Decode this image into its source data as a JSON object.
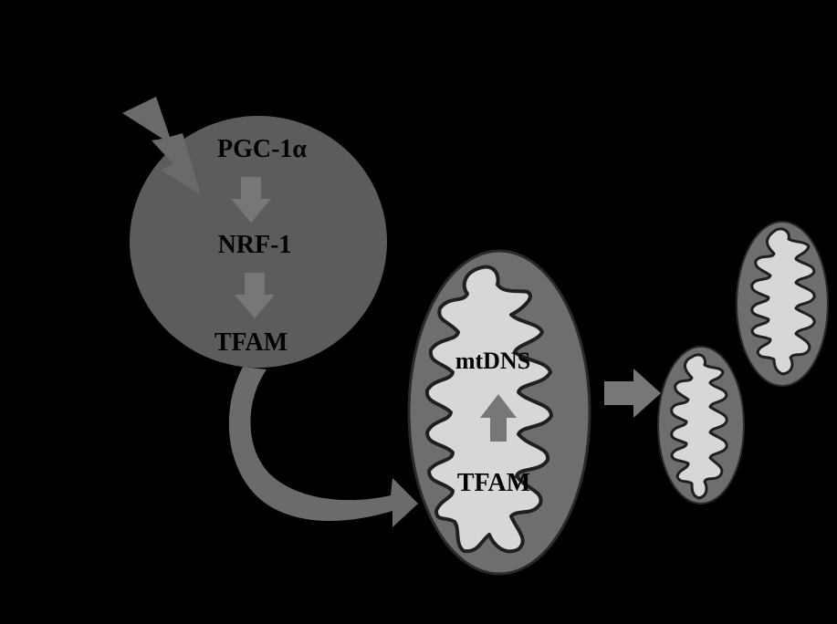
{
  "nucleus": {
    "labels": [
      "PGC-1α",
      "NRF-1",
      "TFAM"
    ]
  },
  "mitochondrion": {
    "top_label": "mtDNS",
    "bottom_label": "TFAM"
  },
  "colors": {
    "background": "#000000",
    "nucleus_fill": "#5c5c5c",
    "arrow_fill": "#777777",
    "signal_bolt": "#6a6a6a",
    "mito_outer": "#6e6e6e",
    "mito_inner": "#d7d7d7",
    "text": "#000000"
  },
  "icons": {
    "signal": "lightning-bolt-icon",
    "pathway_arrow": "down-arrow-icon",
    "import_arrow": "curved-arrow-icon",
    "replication_arrow": "up-arrow-icon",
    "division_arrow": "right-arrow-icon"
  }
}
